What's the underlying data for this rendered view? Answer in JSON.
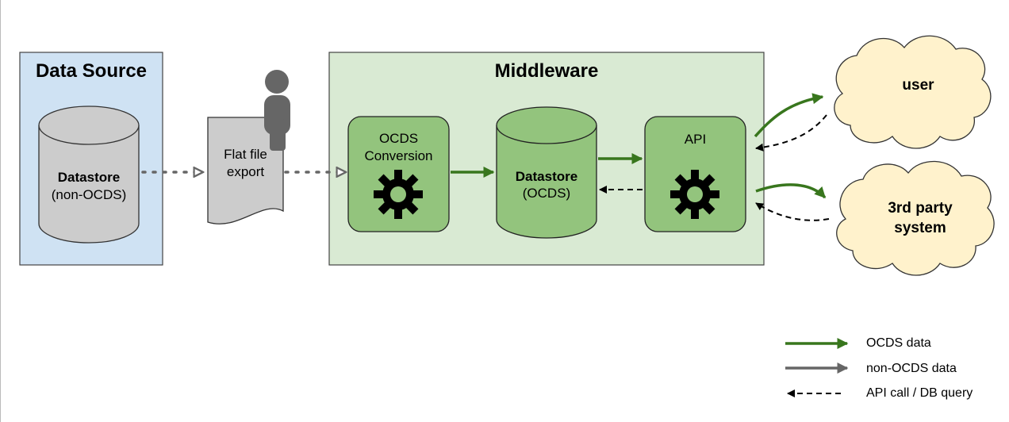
{
  "data_source": {
    "title": "Data Source",
    "datastore_title": "Datastore",
    "datastore_sub": "(non-OCDS)"
  },
  "flat_file": {
    "line1": "Flat file",
    "line2": "export"
  },
  "middleware": {
    "title": "Middleware",
    "conversion": {
      "line1": "OCDS",
      "line2": "Conversion"
    },
    "datastore_title": "Datastore",
    "datastore_sub": "(OCDS)",
    "api": "API"
  },
  "user": "user",
  "third_party": {
    "line1": "3rd party",
    "line2": "system"
  },
  "legend": {
    "ocds_data": "OCDS data",
    "non_ocds_data": "non-OCDS data",
    "api_call": "API call / DB query"
  },
  "colors": {
    "data_source_fill": "#cfe2f3",
    "middleware_fill": "#d9ead3",
    "component_fill": "#93c47d",
    "datastore_grey": "#cccccc",
    "cloud_fill": "#fff2cc",
    "ocds_arrow": "#38761d",
    "non_ocds_arrow": "#666666",
    "person": "#666666"
  },
  "icons": {
    "conversion": "gear-icon",
    "api": "gear-icon",
    "person": "person-icon",
    "file": "document-icon"
  }
}
